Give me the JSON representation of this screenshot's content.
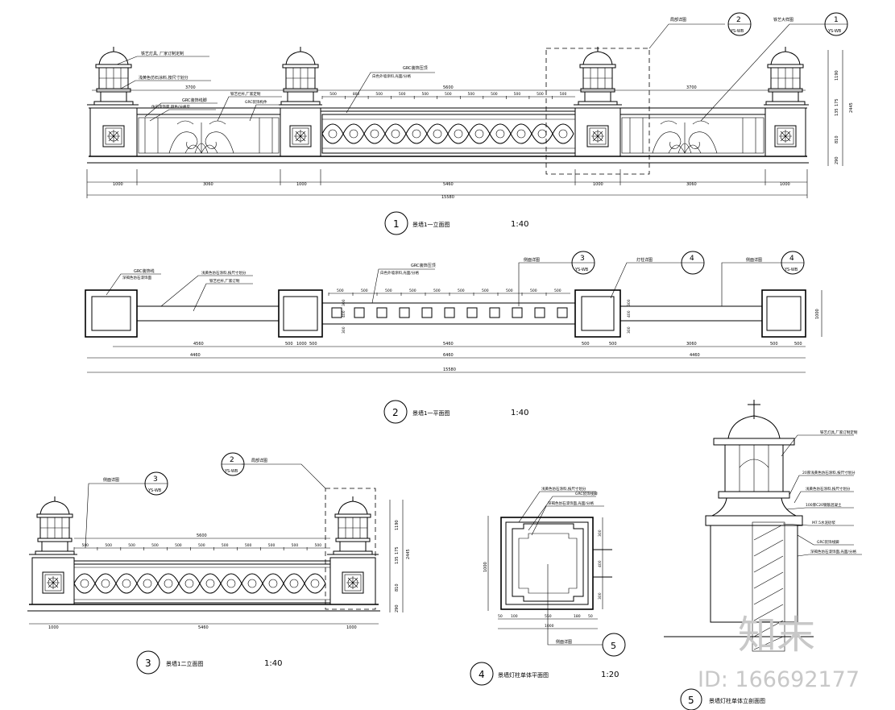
{
  "views": {
    "v1": {
      "number": "1",
      "title": "景墙1一立面图",
      "scale": "1:40"
    },
    "v2": {
      "number": "2",
      "title": "景墙1一平面图",
      "scale": "1:40"
    },
    "v3": {
      "number": "3",
      "title": "景墙1二立面图",
      "scale": "1:40"
    },
    "v4": {
      "number": "4",
      "title": "景墙灯柱单体平面图",
      "scale": "1:20"
    },
    "v5": {
      "number": "5",
      "title": "景墙灯柱单体立剖面图",
      "scale": ""
    }
  },
  "callouts": {
    "detail_2": {
      "number": "2",
      "sheet": "YS-WB",
      "label": "局部详图"
    },
    "detail_1": {
      "number": "1",
      "sheet": "YS-WB",
      "label": "铁艺大样图"
    },
    "detail_3": {
      "number": "3",
      "sheet": "YS-WB",
      "label": "侧面详图"
    },
    "detail_4a": {
      "number": "4",
      "sheet": "",
      "label": "灯柱详图"
    },
    "detail_4b": {
      "number": "4",
      "sheet": "YS-WB",
      "label": "侧面详图"
    },
    "detail_5": {
      "number": "5",
      "sheet": "",
      "label": "侧面详图"
    }
  },
  "notes": {
    "lamp_order": "铁艺灯具, 厂家订制定制",
    "ivory_paint": "浅黄色仿石涂料,按尺寸划分",
    "grc_cap": "GRC装饰线脚",
    "grc_panel": "GRC装饰构件",
    "iron_rail": "铁艺栏杆,厂家定制",
    "stone_paint": "仿石漆饰面,颜色/分格见",
    "grc_wall": "GRC装饰压顶",
    "grc_wall_note": "白色外墙涂料,光面/分格",
    "plan_grc": "GRC装饰线",
    "plan_stone": "浅黄色仿石涂料,按尺寸划分",
    "plan_paint": "铁艺栏杆,厂家订制",
    "plan_base": "深褐色仿石漆饰面",
    "s4_a": "浅黄色仿石涂料,按尺寸划分",
    "s4_b": "GRC装饰线脚",
    "s4_c": "深褐色仿石漆饰面,光面/分格",
    "s5_a": "铁艺灯具,厂家订制定制",
    "s5_b": "20厚浅黄色仿石涂料,按尺寸划分",
    "s5_c": "浅黄色仿石涂料,按尺寸划分",
    "s5_d": "100厚C20钢筋混凝土",
    "s5_e": "M7.5水泥砂浆",
    "s5_f": "GRC装饰线脚",
    "s5_g": "深褐色仿石漆饰面,光面/分格"
  },
  "dims": {
    "elev1_bottom": [
      "1000",
      "3060",
      "1000",
      "5460",
      "1000",
      "3060",
      "1000"
    ],
    "elev1_total": "15580",
    "elev1_top_spans": [
      "3700",
      "5600",
      "3700"
    ],
    "elev1_ticks": [
      "500",
      "800",
      "500",
      "500",
      "500",
      "500",
      "500",
      "500",
      "500",
      "500",
      "500"
    ],
    "elev1_right": [
      "1190",
      "175",
      "135",
      "810",
      "290"
    ],
    "elev1_right_total": "2445",
    "plan_row1": [
      "4560",
      "500",
      "1000",
      "500",
      "5460",
      "500",
      "500",
      "3060",
      "500",
      "500"
    ],
    "plan_row2": [
      "4460",
      "6460",
      "4460"
    ],
    "plan_total": "15580",
    "plan_ticks": [
      "500",
      "500",
      "500",
      "500",
      "500",
      "500",
      "500",
      "500",
      "500",
      "500"
    ],
    "plan_right": "1000",
    "plan_mid": [
      "300",
      "400",
      "300"
    ],
    "elev3_top": "5600",
    "elev3_ticks": [
      "500",
      "500",
      "500",
      "500",
      "500",
      "500",
      "500",
      "500",
      "500",
      "500",
      "500"
    ],
    "elev3_bottom": [
      "1000",
      "5460",
      "1000"
    ],
    "elev3_right": [
      "1190",
      "175",
      "135",
      "810",
      "290"
    ],
    "elev3_right_total": "2445",
    "s4_bottom": [
      "50",
      "100",
      "550",
      "180",
      "50"
    ],
    "s4_total": "1000",
    "s4_left": "1000",
    "s4_right": [
      "300",
      "400",
      "300"
    ]
  },
  "watermark": {
    "logo": "知末",
    "id": "ID: 166692177"
  }
}
